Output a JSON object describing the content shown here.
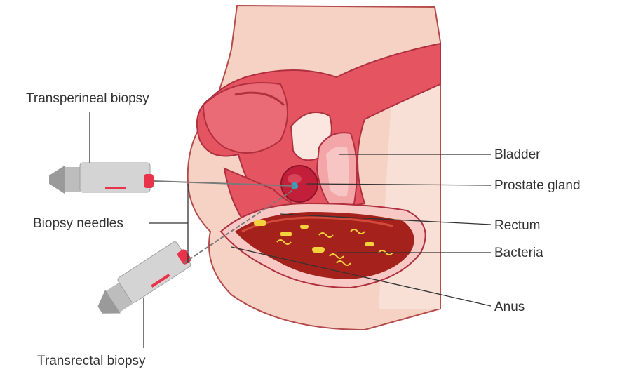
{
  "labels": {
    "transperineal": "Transperineal biopsy",
    "needles": "Biopsy needles",
    "transrectal": "Transrectal biopsy",
    "bladder": "Bladder",
    "prostate": "Prostate gland",
    "rectum": "Rectum",
    "bacteria": "Bacteria",
    "anus": "Anus"
  },
  "colors": {
    "tissue": "#e55561",
    "tissue_dark": "#c8384a",
    "skin": "#f6d4c6",
    "inner": "#f9e1d7",
    "prostate": "#c2203a",
    "rectum": "#a5221c",
    "bacteria": "#f4d23b",
    "syringe": "#cfcfcf",
    "accent": "#e8334a",
    "leader": "#333333"
  }
}
